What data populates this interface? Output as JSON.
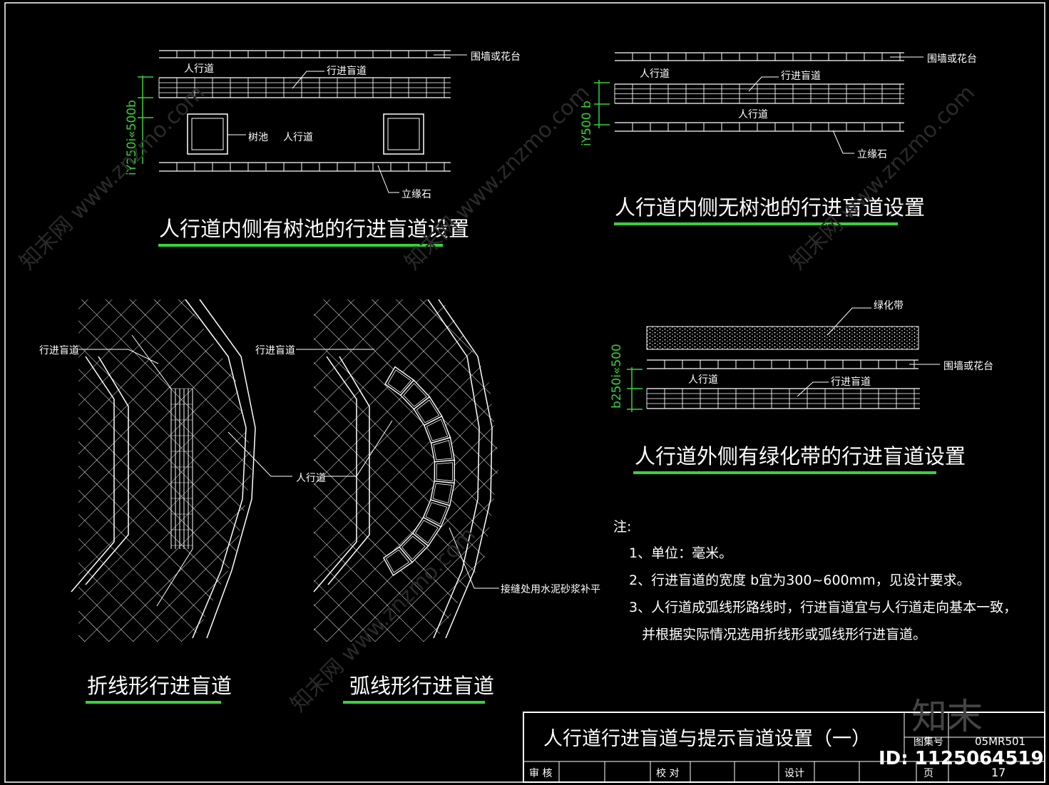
{
  "panels": {
    "tree_pit": {
      "title": "人行道内侧有树池的行进盲道设置",
      "label_wall": "围墙或花台",
      "label_sidewalk_top": "人行道",
      "label_tactile": "行进盲道",
      "label_pit": "树池",
      "label_sidewalk_mid": "人行道",
      "label_curb": "立缘石",
      "dimension": "iY250i«500b"
    },
    "no_pit": {
      "title": "人行道内侧无树池的行进盲道设置",
      "label_wall": "围墙或花台",
      "label_sidewalk_top": "人行道",
      "label_tactile": "行进盲道",
      "label_sidewalk_mid": "人行道",
      "label_curb": "立缘石",
      "dimension": "iY500 b"
    },
    "green_belt": {
      "title": "人行道外侧有绿化带的行进盲道设置",
      "label_green": "绿化带",
      "label_wall": "围墙或花台",
      "label_sidewalk": "人行道",
      "label_tactile": "行进盲道",
      "dimension": "b250i«500"
    },
    "polyline": {
      "title": "折线形行进盲道",
      "label_tactile": "行进盲道"
    },
    "arc": {
      "title": "弧线形行进盲道",
      "label_tactile": "行进盲道",
      "label_sidewalk": "人行道",
      "label_joint": "接缝处用水泥砂浆补平"
    }
  },
  "notes": {
    "heading": "注:",
    "items": [
      "1、单位：毫米。",
      "2、行进盲道的宽度  b宜为300~600mm，见设计要求。",
      "3、人行道成弧线形路线时，行进盲道宜与人行道走向基本一致，",
      "   并根据实际情况选用折线形或弧线形行进盲道。"
    ]
  },
  "title_block": {
    "title": "人行道行进盲道与提示盲道设置（一）",
    "atlas_label": "图集号",
    "atlas_no": "05MR501",
    "review": "审 核",
    "check": "校 对",
    "design": "设计",
    "page_label": "页",
    "page_no": "17"
  },
  "watermark": {
    "logo": "知末",
    "id": "ID: 1125064519",
    "text": "知末网 www.znzmo.com"
  },
  "colors": {
    "background": "#000000",
    "linework": "#ffffff",
    "underline": "#3ad13a",
    "dimension": "#3ad13a"
  }
}
